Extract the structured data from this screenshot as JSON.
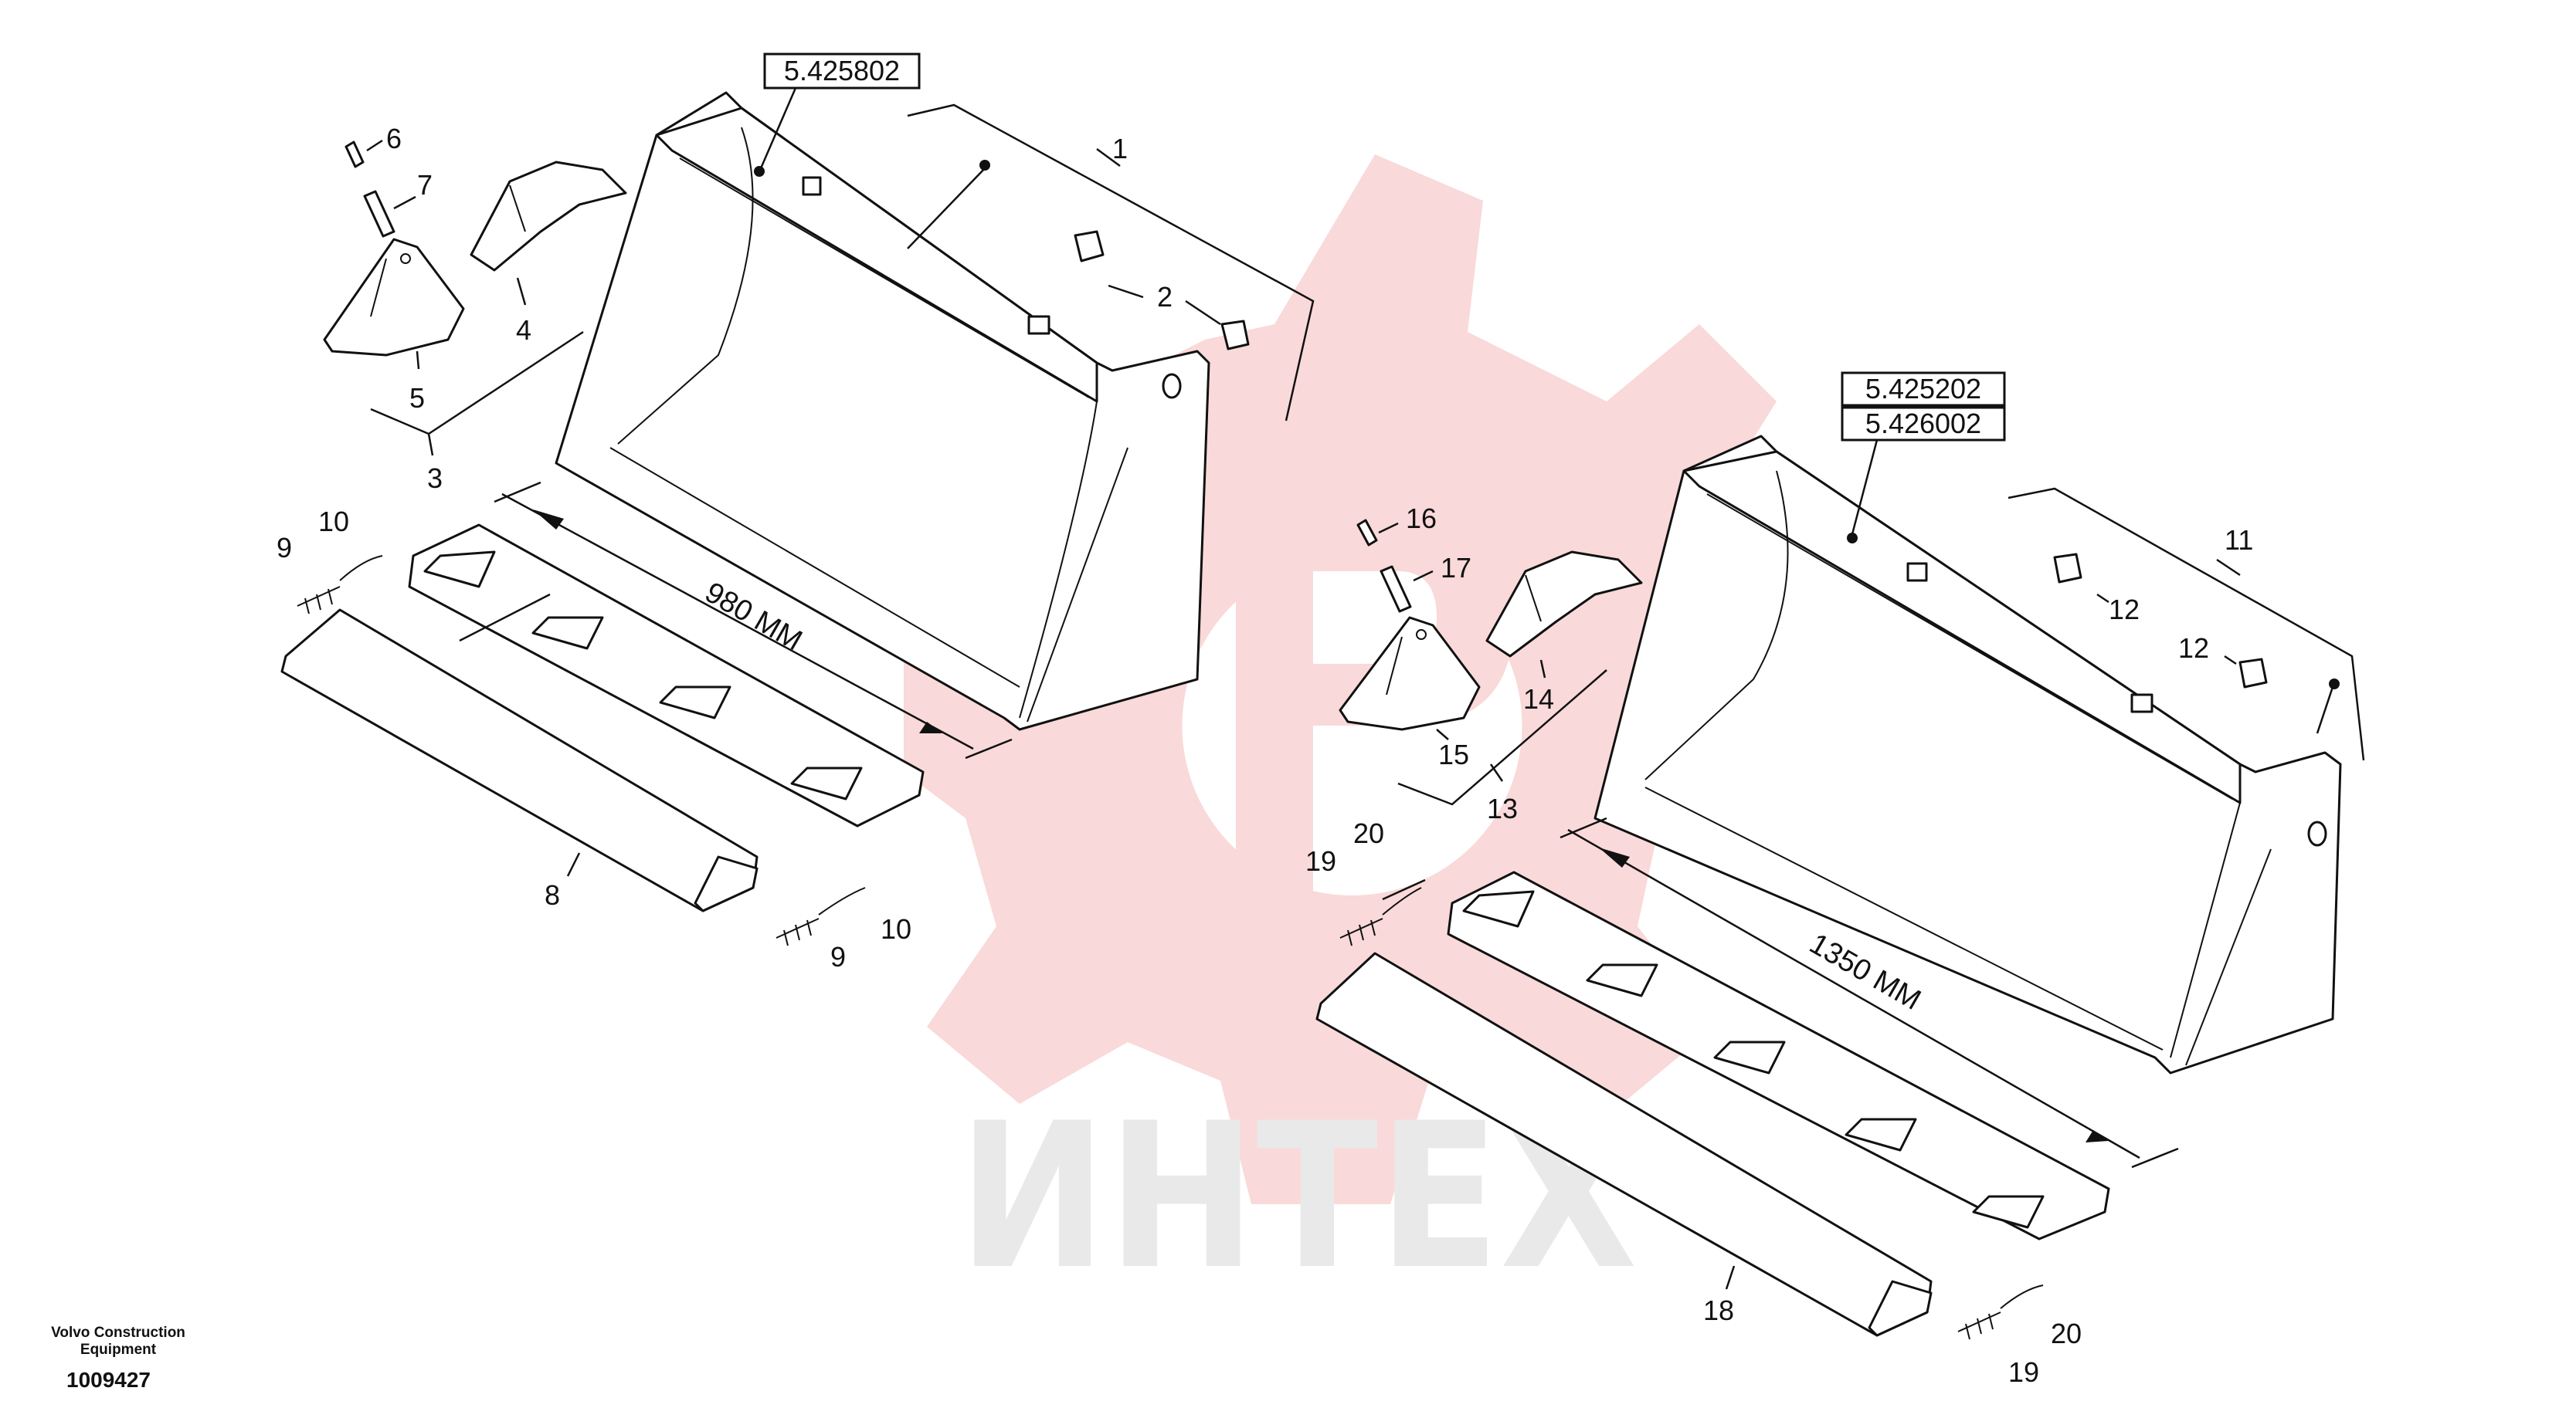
{
  "watermark": {
    "text": "ИНТЕХ",
    "gear_color": "#f9d9d9"
  },
  "footer": {
    "brand": "Volvo Construction\nEquipment",
    "doc_number": "1009427"
  },
  "part_numbers": {
    "left_bucket": "5.425802",
    "right_bucket_1": "5.425202",
    "right_bucket_2": "5.426002"
  },
  "dimensions": {
    "left_width": "980 MM",
    "right_width": "1350 MM"
  },
  "callouts": {
    "c1": "1",
    "c2": "2",
    "c3": "3",
    "c4": "4",
    "c5": "5",
    "c6": "6",
    "c7": "7",
    "c8": "8",
    "c9": "9",
    "c10": "10",
    "c11": "11",
    "c12": "12",
    "c13": "13",
    "c14": "14",
    "c15": "15",
    "c16": "16",
    "c17": "17",
    "c18": "18",
    "c19": "19",
    "c20": "20"
  }
}
